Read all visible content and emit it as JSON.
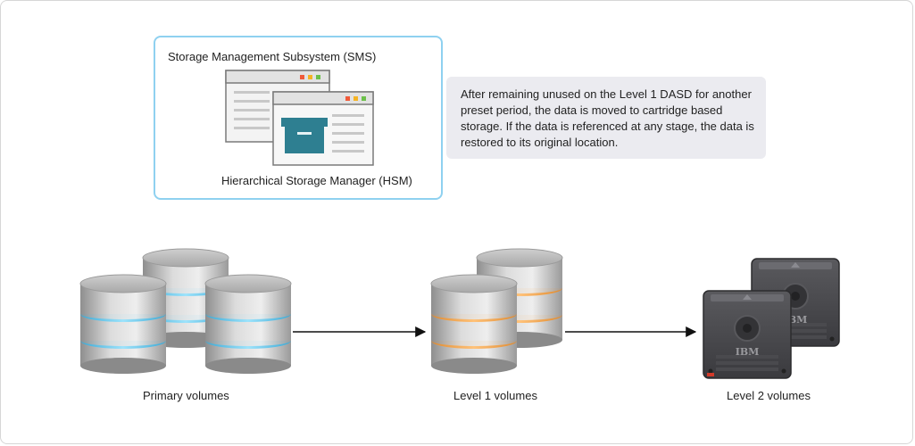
{
  "sms_box": {
    "title": "Storage Management Subsystem (SMS)",
    "hsm_label": "Hierarchical Storage Manager (HSM)"
  },
  "note": {
    "text": "After remaining unused on the Level 1 DASD for another preset period, the data is moved to cartridge based storage. If the data is referenced at any stage, the data is restored to its original location."
  },
  "volumes": {
    "primary": "Primary volumes",
    "level1": "Level 1 volumes",
    "level2": "Level 2 volumes"
  },
  "cartridge": {
    "brand": "IBM"
  },
  "colors": {
    "frame_border": "#d6d6d6",
    "sms_border": "#8fd1f0",
    "note_bg": "#ebebf0",
    "primary_accent": "#5cc6ee",
    "level1_accent": "#f5a14a",
    "archive_box": "#2e7f91"
  }
}
